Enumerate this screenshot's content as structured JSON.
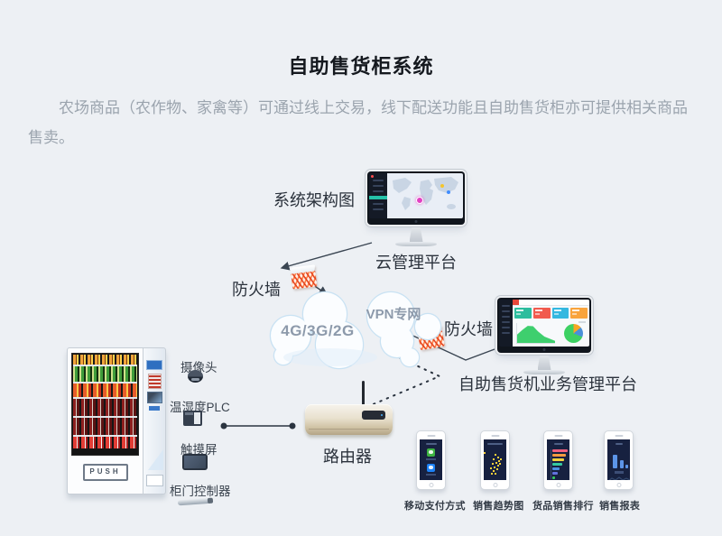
{
  "page": {
    "title": "自助售货柜系统",
    "description": "农场商品（农作物、家禽等）可通过线上交易，线下配送功能且自助售货柜亦可提供相关商品售卖。",
    "background_color": "#edf0f4"
  },
  "diagram": {
    "section_label": "系统架构图",
    "cloud_platform_label": "云管理平台",
    "business_platform_label": "自助售货机业务管理平台",
    "firewall_left_label": "防火墙",
    "firewall_right_label": "防火墙",
    "network": {
      "cellular": "4G/3G/2G",
      "vpn": "VPN专网"
    },
    "router_label": "路由器",
    "vending": {
      "push_label": "PUSH"
    },
    "peripherals": [
      {
        "label": "摄像头"
      },
      {
        "label": "温湿度PLC"
      },
      {
        "label": "触摸屏"
      },
      {
        "label": "柜门控制器"
      }
    ],
    "apps": [
      {
        "label": "移动支付方式"
      },
      {
        "label": "销售趋势图"
      },
      {
        "label": "货品销售排行"
      },
      {
        "label": "销售报表"
      }
    ],
    "colors": {
      "firewall_red": "#e23c18",
      "cloud_outline": "#c9e2f3",
      "dashboard_cards": [
        "#2dbd9e",
        "#f15b4e",
        "#35b8e0",
        "#f9a43c"
      ],
      "area_chart_green": "#3ecf6e",
      "pie_slices": [
        "#3dd163",
        "#f5a623",
        "#4a90d9"
      ],
      "map_pin_magenta": "#e241c3",
      "map_pin_yellow": "#f5c52c",
      "map_pin_blue": "#3f8cff",
      "sidebar_active_teal": "#25c2a9",
      "wechat_green": "#3eb342",
      "alipay_blue": "#1c82f7",
      "router_gold": "#d0c3a6",
      "connector_dark": "#3a4552"
    }
  }
}
